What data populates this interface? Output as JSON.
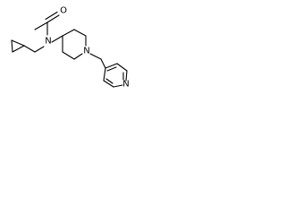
{
  "molecule": {
    "atoms": {
      "oxygen": "O",
      "amide_nitrogen": "N",
      "piperidine_nitrogen": "N",
      "pyridine_nitrogen": "N"
    },
    "colors": {
      "bond": "#000000",
      "background": "#ffffff"
    }
  }
}
